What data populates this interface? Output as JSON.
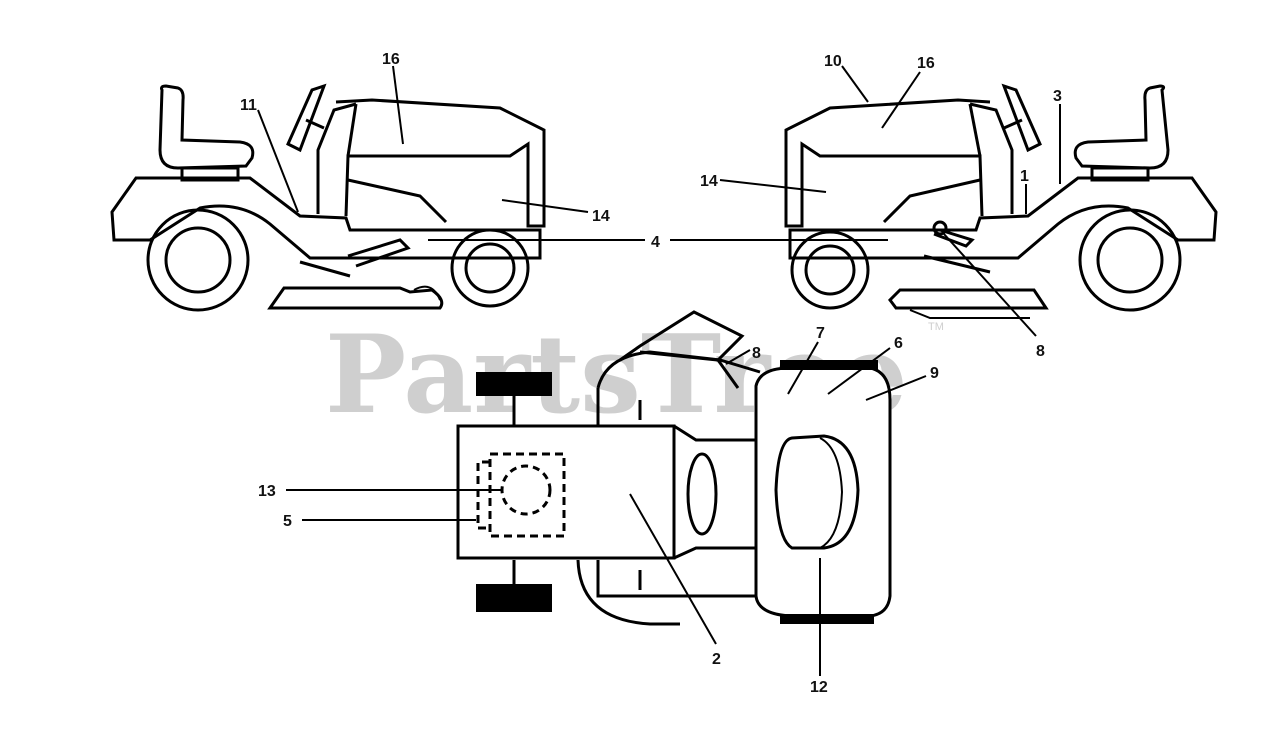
{
  "watermark": {
    "text": "PartsTree",
    "mark": "TM"
  },
  "callouts": {
    "c16_left": "16",
    "c11": "11",
    "c14_left": "14",
    "c4": "4",
    "c10": "10",
    "c16_right": "16",
    "c3": "3",
    "c14_right": "14",
    "c1": "1",
    "c8_right": "8",
    "c8_top": "8",
    "c7": "7",
    "c6": "6",
    "c9": "9",
    "c13": "13",
    "c5": "5",
    "c2": "2",
    "c12": "12"
  }
}
